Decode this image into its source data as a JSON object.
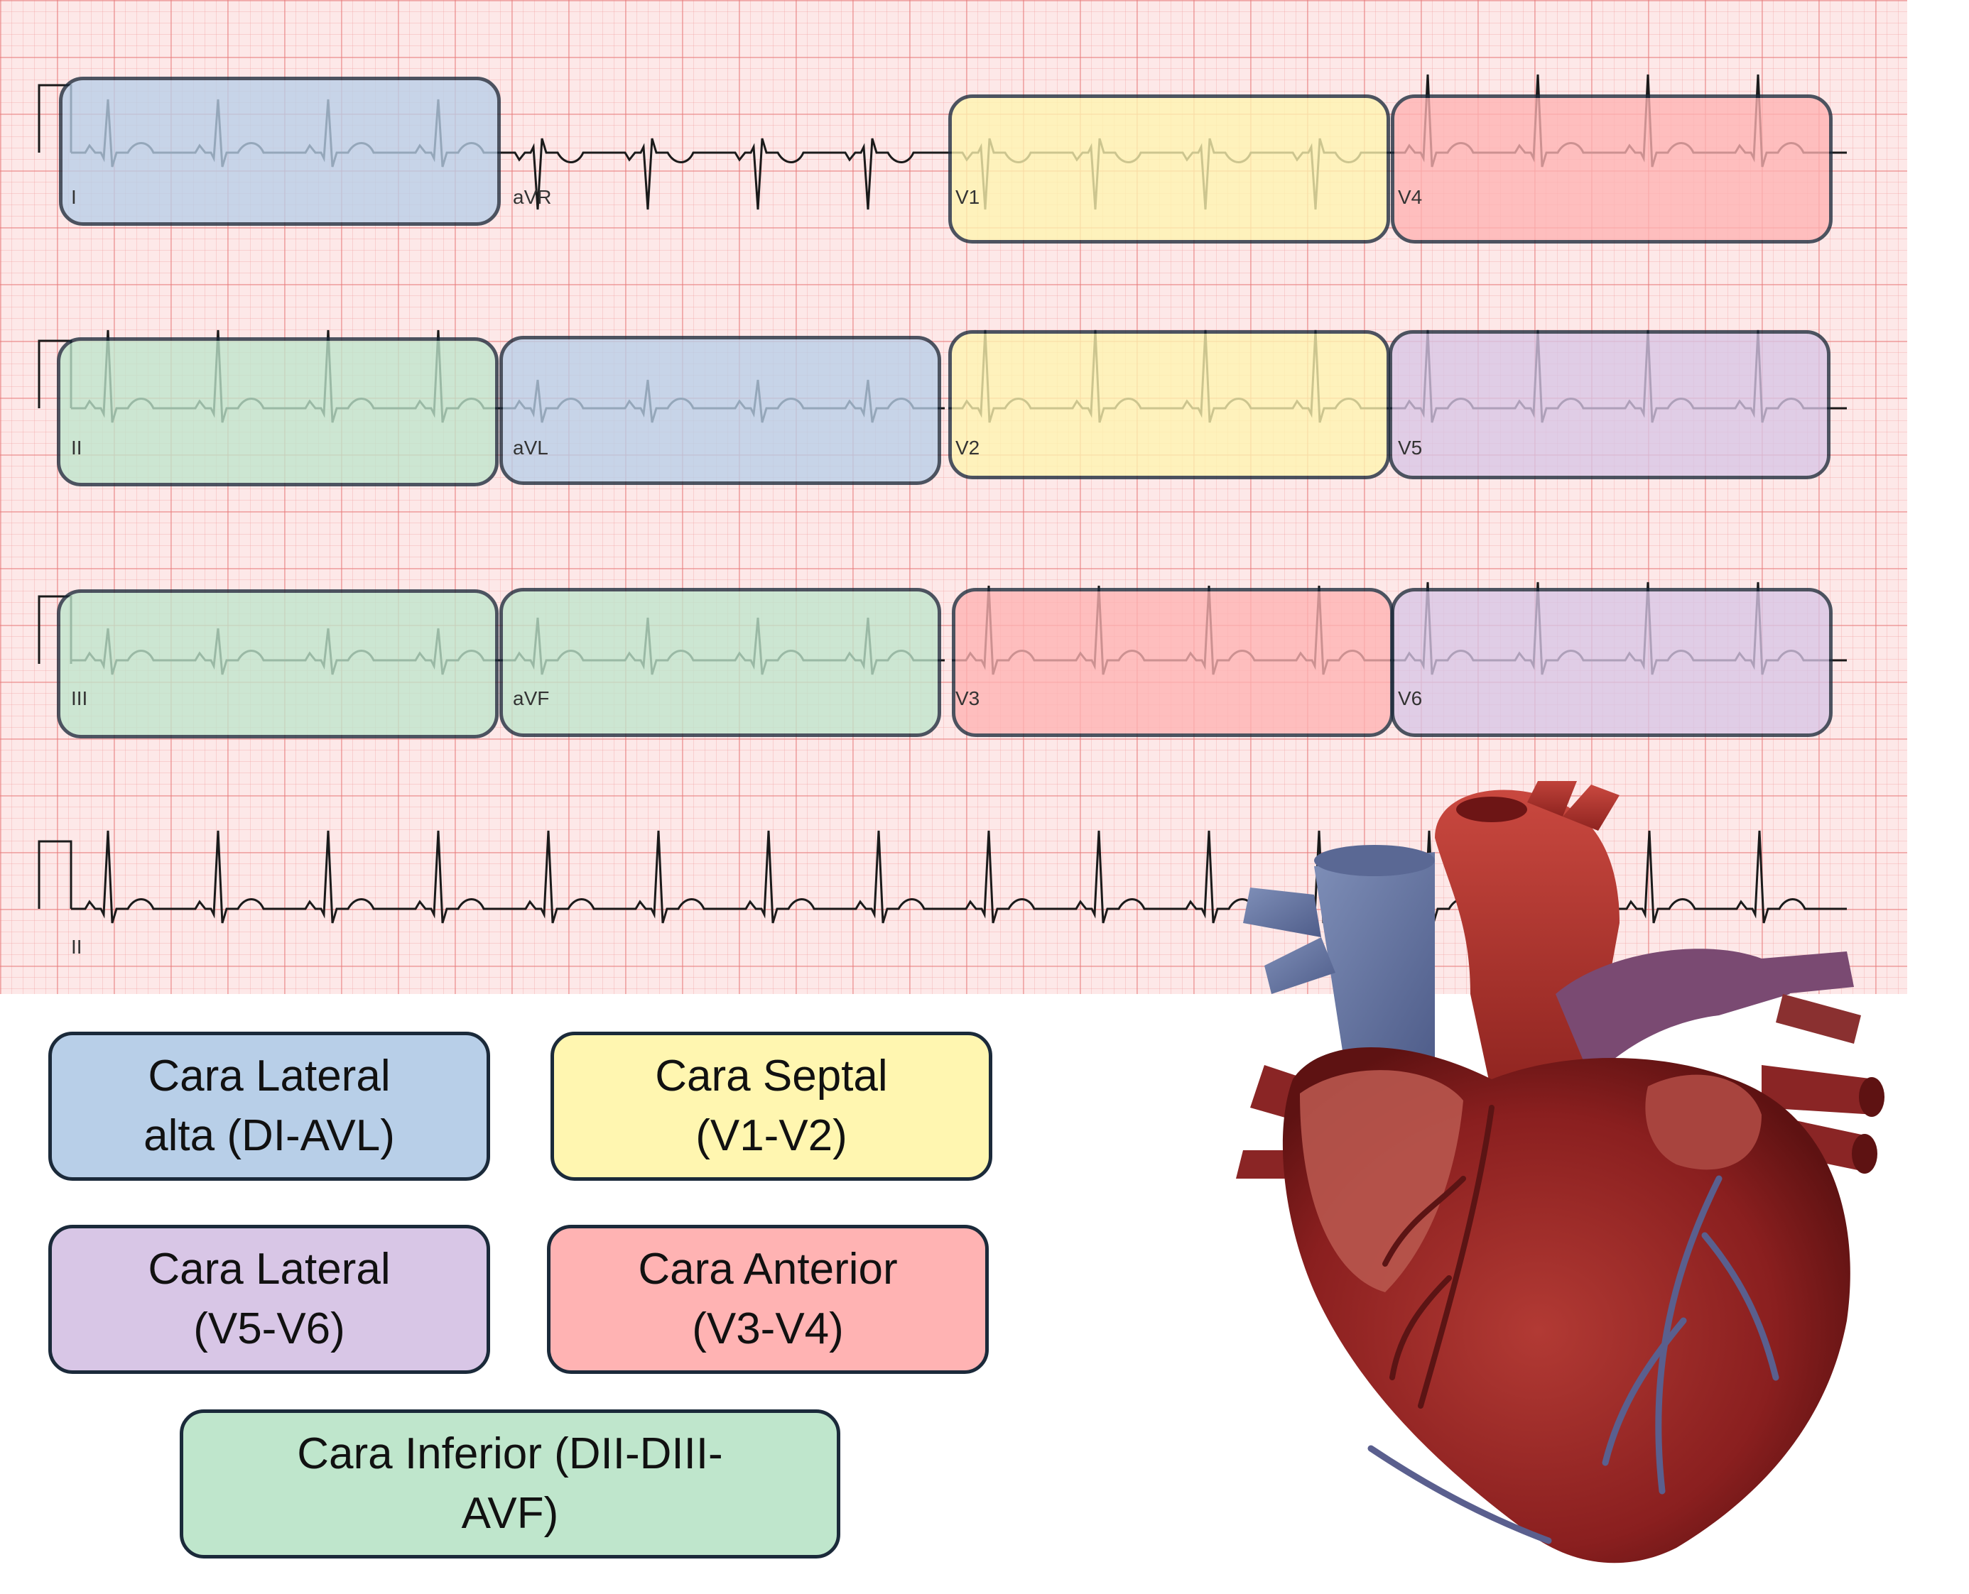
{
  "colors": {
    "lateral_high": "#b8cfe8",
    "septal": "#fff6b0",
    "anterior": "#ffb3b3",
    "lateral": "#d8c6e6",
    "inferior": "#bfe6cc",
    "trace": "#1a1a1a"
  },
  "leads": {
    "I": "I",
    "aVR": "aVR",
    "V1": "V1",
    "V4": "V4",
    "II": "II",
    "aVL": "aVL",
    "V2": "V2",
    "V5": "V5",
    "III": "III",
    "aVF": "aVF",
    "V3": "V3",
    "V6": "V6",
    "rhythm": "II"
  },
  "legend": {
    "lateral_high": [
      "Cara Lateral",
      "alta (DI-AVL)"
    ],
    "septal": [
      "Cara Septal",
      "(V1-V2)"
    ],
    "lateral": [
      "Cara Lateral",
      "(V5-V6)"
    ],
    "anterior": [
      "Cara Anterior",
      "(V3-V4)"
    ],
    "inferior": [
      "Cara Inferior (DII-DIII-",
      "AVF)"
    ]
  },
  "heart_image": "anatomical-heart-icon"
}
